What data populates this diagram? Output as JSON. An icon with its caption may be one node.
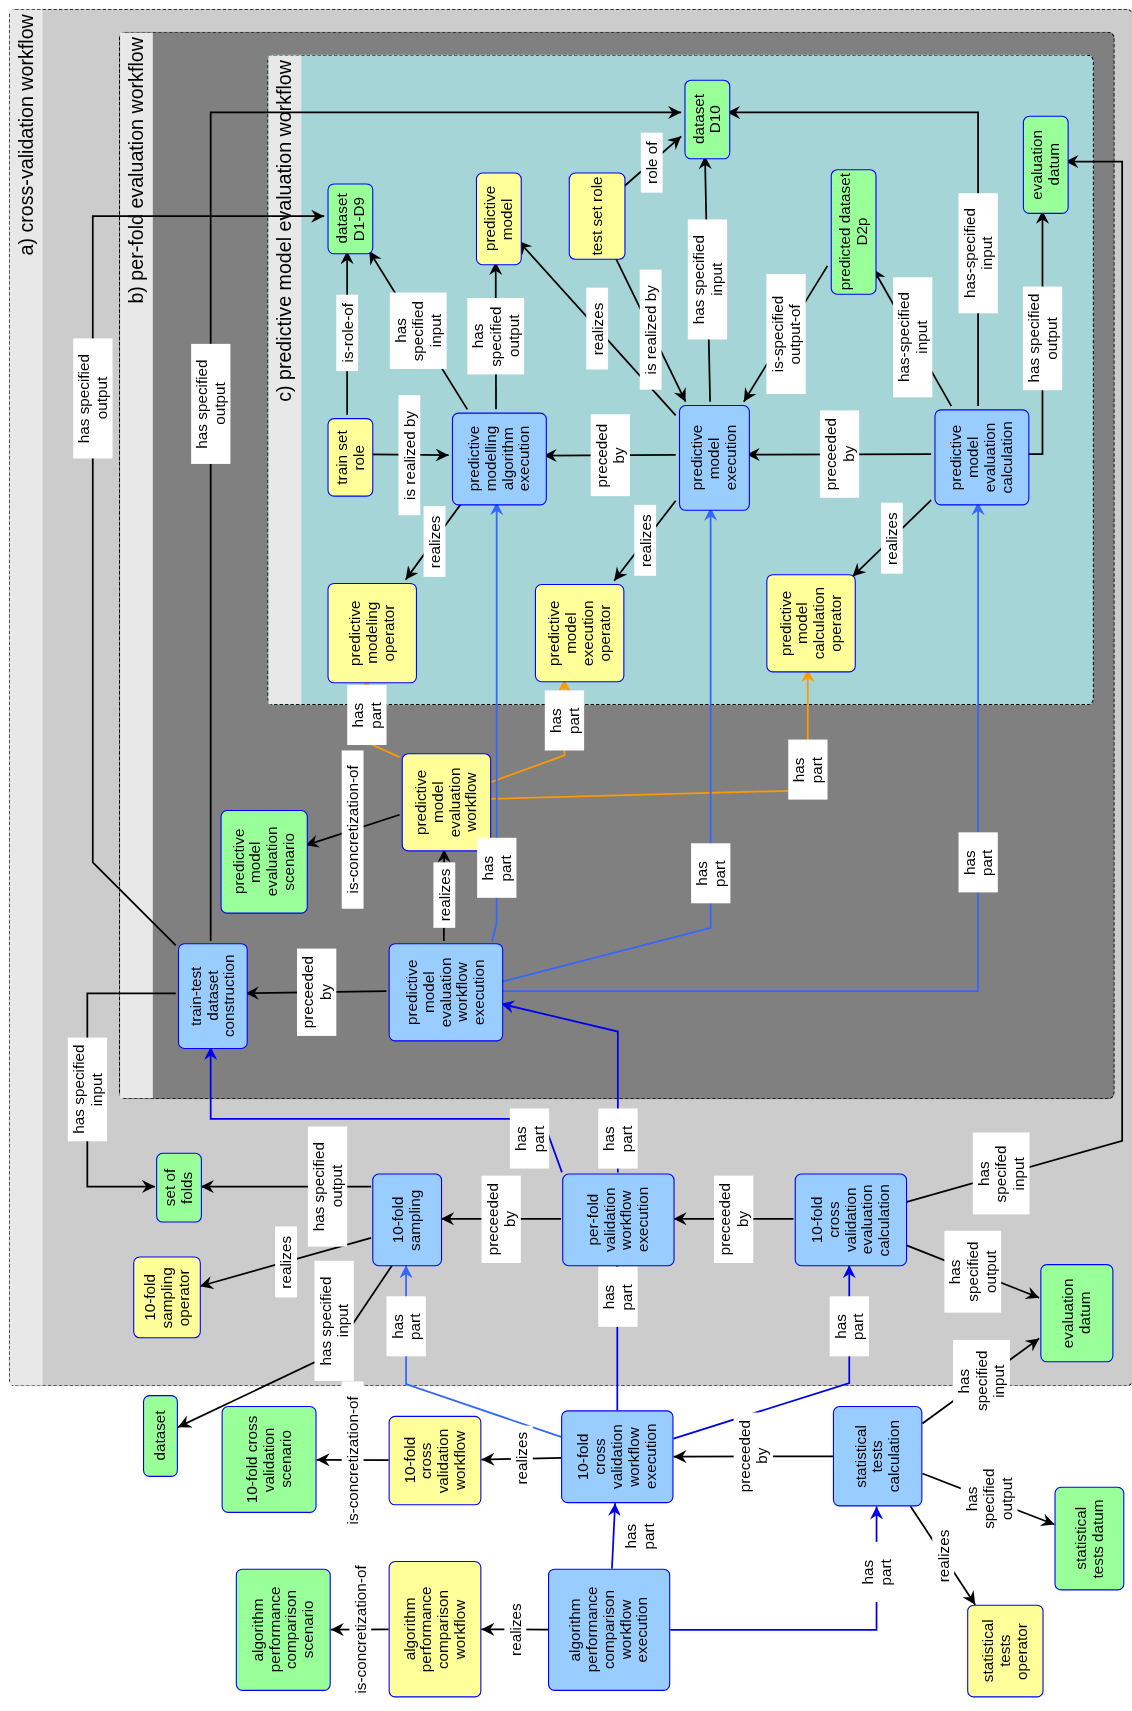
{
  "diagram": {
    "nodes": [
      {
        "text": [
          "a) cross-validation workflow"
        ]
      },
      {
        "text": [
          "b) per-fold evaluation workflow"
        ],
        "in": 0
      },
      {
        "text": [
          "c) predictive model evaluation workflow"
        ],
        "in": 1
      },
      {
        "text": [
          "dataset D1-D9"
        ],
        "in": 2
      },
      {
        "text": [
          "predictive model"
        ],
        "in": 2
      },
      {
        "text": [
          "test set role"
        ],
        "in": 2
      },
      {
        "text": [
          "dataset D10"
        ],
        "in": 2
      },
      {
        "text": [
          "predicted dataset D2p"
        ],
        "in": 2
      },
      {
        "text": [
          "evaluation datum"
        ],
        "in": 2
      },
      {
        "text": [
          "train set role"
        ],
        "in": 2
      },
      {
        "text": [
          "predictive modelling algorithm execution"
        ],
        "in": 2
      },
      {
        "text": [
          "predictive model execution"
        ],
        "in": 2
      },
      {
        "text": [
          "predictive model evaluation calculation"
        ],
        "in": 2
      },
      {
        "text": [
          "predictive modeling operator"
        ],
        "in": 2
      },
      {
        "text": [
          "predictive model execution operator"
        ],
        "in": 2
      },
      {
        "text": [
          "predictive model calculation operator"
        ],
        "in": 2
      },
      {
        "text": [
          "predictive model evaluation workflow"
        ],
        "in": 1
      },
      {
        "text": [
          "predictive model evaluation scenario"
        ],
        "in": 1
      },
      {
        "text": [
          "train-test dataset construction"
        ],
        "in": 1
      },
      {
        "text": [
          "predictive model evaluation workflow execution"
        ],
        "in": 1
      },
      {
        "text": [
          "set of folds"
        ],
        "in": 0
      },
      {
        "text": [
          "10-fold sampling"
        ],
        "in": 0
      },
      {
        "text": [
          "per-fold validation workflow execution"
        ],
        "in": 0
      },
      {
        "text": [
          "10-fold cross validation evaluation calculation"
        ],
        "in": 0
      },
      {
        "text": [
          "10-fold sampling operator"
        ],
        "in": 0
      },
      {
        "text": [
          "evaluation datum"
        ],
        "in": 0
      },
      {
        "text": [
          "dataset"
        ]
      },
      {
        "text": [
          "10-fold cross validation scenario"
        ]
      },
      {
        "text": [
          "10-fold cross validation workflow"
        ]
      },
      {
        "text": [
          "10-fold cross validation workflow execution"
        ]
      },
      {
        "text": [
          "statistical tests calculation"
        ]
      },
      {
        "text": [
          "statistical tests datum"
        ]
      },
      {
        "text": [
          "algorithm performance comparison scenario"
        ]
      },
      {
        "text": [
          "algorithm performance comparison workflow"
        ]
      },
      {
        "text": [
          "algorithm performance comparison workflow execution"
        ]
      },
      {
        "text": [
          "statistical tests operator"
        ]
      }
    ],
    "edges": [
      {
        "from": 9,
        "to": 3,
        "arrow": "to",
        "label": "is-role-of"
      },
      {
        "from": 10,
        "to": 3,
        "arrow": "to",
        "label": "has specified input"
      },
      {
        "from": 10,
        "to": 4,
        "arrow": "to",
        "label": "has specified output"
      },
      {
        "from": 9,
        "to": 10,
        "arrow": "to",
        "label": "is realized by"
      },
      {
        "from": 10,
        "to": 13,
        "arrow": "to",
        "label": "realizes"
      },
      {
        "from": 11,
        "to": 10,
        "arrow": "to",
        "label": "preceded by"
      },
      {
        "from": 11,
        "to": 4,
        "arrow": "to",
        "label": "realizes"
      },
      {
        "from": 5,
        "to": 11,
        "arrow": "to",
        "label": "is realized by"
      },
      {
        "from": 5,
        "to": 6,
        "arrow": "to",
        "label": "role of"
      },
      {
        "from": 11,
        "to": 6,
        "arrow": "to",
        "label": "has specified input"
      },
      {
        "from": 7,
        "to": 11,
        "arrow": "to",
        "label": "is-specified output-of"
      },
      {
        "from": 11,
        "to": 14,
        "arrow": "to",
        "label": "realizes"
      },
      {
        "from": 12,
        "to": 11,
        "arrow": "to",
        "label": "preceeded by"
      },
      {
        "from": 12,
        "to": 7,
        "arrow": "to",
        "label": "has-specified input"
      },
      {
        "from": 12,
        "to": 6,
        "arrow": "to",
        "label": "has-specified input"
      },
      {
        "from": 12,
        "to": 8,
        "arrow": "to",
        "label": "has specified output"
      },
      {
        "from": 12,
        "to": 15,
        "arrow": "to",
        "label": "realizes"
      },
      {
        "from": 16,
        "to": 13,
        "arrow": "to",
        "label": "has part",
        "color": "#ff9900"
      },
      {
        "from": 16,
        "to": 14,
        "arrow": "to",
        "label": "has part",
        "color": "#ff9900"
      },
      {
        "from": 16,
        "to": 15,
        "arrow": "to",
        "label": "has part",
        "color": "#ff9900"
      },
      {
        "from": 16,
        "to": 17,
        "arrow": "to",
        "label": "is-concretization-of"
      },
      {
        "from": 19,
        "to": 16,
        "arrow": "to",
        "label": "realizes"
      },
      {
        "from": 19,
        "to": 10,
        "arrow": "to",
        "label": "has part",
        "color": "#3366ff"
      },
      {
        "from": 19,
        "to": 11,
        "arrow": "to",
        "label": "has part",
        "color": "#3366ff"
      },
      {
        "from": 19,
        "to": 12,
        "arrow": "to",
        "label": "has part",
        "color": "#3366ff"
      },
      {
        "from": 19,
        "to": 18,
        "arrow": "to",
        "label": "preceeded by"
      },
      {
        "from": 18,
        "to": 3,
        "arrow": "to",
        "label": "has specified output"
      },
      {
        "from": 18,
        "to": 6,
        "arrow": "to",
        "label": "has specified output"
      },
      {
        "from": 18,
        "to": 20,
        "arrow": "to",
        "label": "has specified input"
      },
      {
        "from": 22,
        "to": 18,
        "arrow": "to",
        "label": "has part",
        "color": "#0000ee"
      },
      {
        "from": 22,
        "to": 19,
        "arrow": "to",
        "label": "has part",
        "color": "#0000ee"
      },
      {
        "from": 21,
        "to": 20,
        "arrow": "to",
        "label": "has specified output"
      },
      {
        "from": 22,
        "to": 21,
        "arrow": "to",
        "label": "preceeded by"
      },
      {
        "from": 23,
        "to": 22,
        "arrow": "to",
        "label": "preceeded by"
      },
      {
        "from": 21,
        "to": 24,
        "arrow": "to",
        "label": "realizes"
      },
      {
        "from": 21,
        "to": 26,
        "arrow": "to",
        "label": "has specified input"
      },
      {
        "from": 23,
        "to": 8,
        "arrow": "to",
        "label": "has specifed input"
      },
      {
        "from": 23,
        "to": 25,
        "arrow": "to",
        "label": "has specified output"
      },
      {
        "from": 29,
        "to": 21,
        "arrow": "to",
        "label": "has part",
        "color": "#3366ff"
      },
      {
        "from": 29,
        "to": 22,
        "arrow": "to",
        "label": "has part",
        "color": "#0000ee"
      },
      {
        "from": 29,
        "to": 23,
        "arrow": "to",
        "label": "has part",
        "color": "#0000ee"
      },
      {
        "from": 29,
        "to": 28,
        "arrow": "to",
        "label": "realizes"
      },
      {
        "from": 28,
        "to": 27,
        "arrow": "to",
        "label": "is-concretization-of"
      },
      {
        "from": 30,
        "to": 29,
        "arrow": "to",
        "label": "preceeded by"
      },
      {
        "from": 30,
        "to": 25,
        "arrow": "to",
        "label": "has specified input"
      },
      {
        "from": 30,
        "to": 31,
        "arrow": "to",
        "label": "has specified output"
      },
      {
        "from": 30,
        "to": 35,
        "arrow": "to",
        "label": "realizes"
      },
      {
        "from": 34,
        "to": 29,
        "arrow": "to",
        "label": "has part",
        "color": "#0000ee"
      },
      {
        "from": 34,
        "to": 30,
        "arrow": "to",
        "label": "has part",
        "color": "#0000ee"
      },
      {
        "from": 34,
        "to": 33,
        "arrow": "to",
        "label": "realizes"
      },
      {
        "from": 33,
        "to": 32,
        "arrow": "to",
        "label": "is-concretization-of"
      }
    ]
  }
}
